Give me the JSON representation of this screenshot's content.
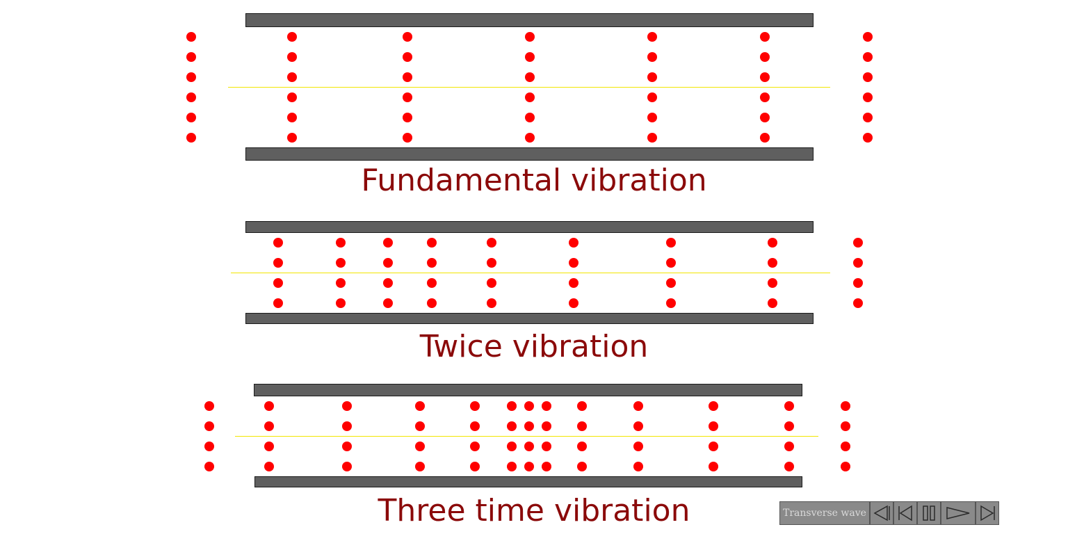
{
  "panels": [
    {
      "caption": "Fundamental vibration",
      "columns": [
        275,
        420,
        586,
        762,
        938,
        1100,
        1248
      ],
      "rows": 6
    },
    {
      "caption": "Twice vibration",
      "columns": [
        400,
        490,
        558,
        621,
        707,
        825,
        965,
        1111,
        1234
      ],
      "rows": 4
    },
    {
      "caption": "Three time vibration",
      "columns": [
        301,
        387,
        499,
        604,
        683,
        736,
        761,
        786,
        837,
        918,
        1026,
        1135,
        1216
      ],
      "rows": 4
    }
  ],
  "controls": {
    "mode_label": "Transverse wave",
    "buttons": [
      "step-back-icon",
      "rewind-icon",
      "pause-icon",
      "play-icon",
      "step-forward-icon"
    ]
  },
  "colors": {
    "particle": "#ff0000",
    "wall": "#5f5f5f",
    "axis": "#f2e600",
    "caption": "#8b0a0a",
    "control_bg": "#8a8a8a"
  }
}
